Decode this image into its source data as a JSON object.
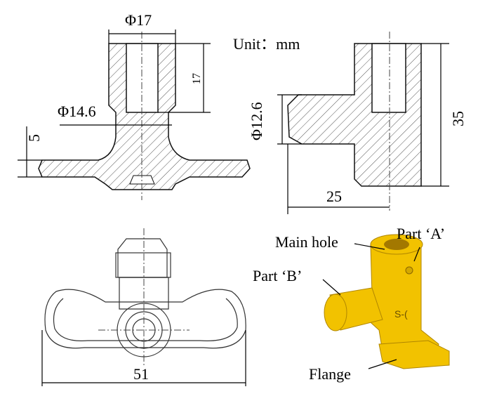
{
  "views": {
    "section_front": {
      "dia_top": "Φ17",
      "height_top": "17",
      "dia_mid": "Φ14.6",
      "flange_thickness": "5"
    },
    "section_side": {
      "unit": "Unit：mm",
      "dia_boss": "Φ12.6",
      "height": "35",
      "width": "25"
    },
    "front_view": {
      "length": "51"
    },
    "iso_view": {
      "main_hole": "Main hole",
      "part_a": "Part ‘A’",
      "part_b": "Part ‘B’",
      "flange": "Flange",
      "marking": "S-("
    }
  },
  "colors": {
    "part": "#f2c200",
    "part_edge": "#b08600"
  }
}
